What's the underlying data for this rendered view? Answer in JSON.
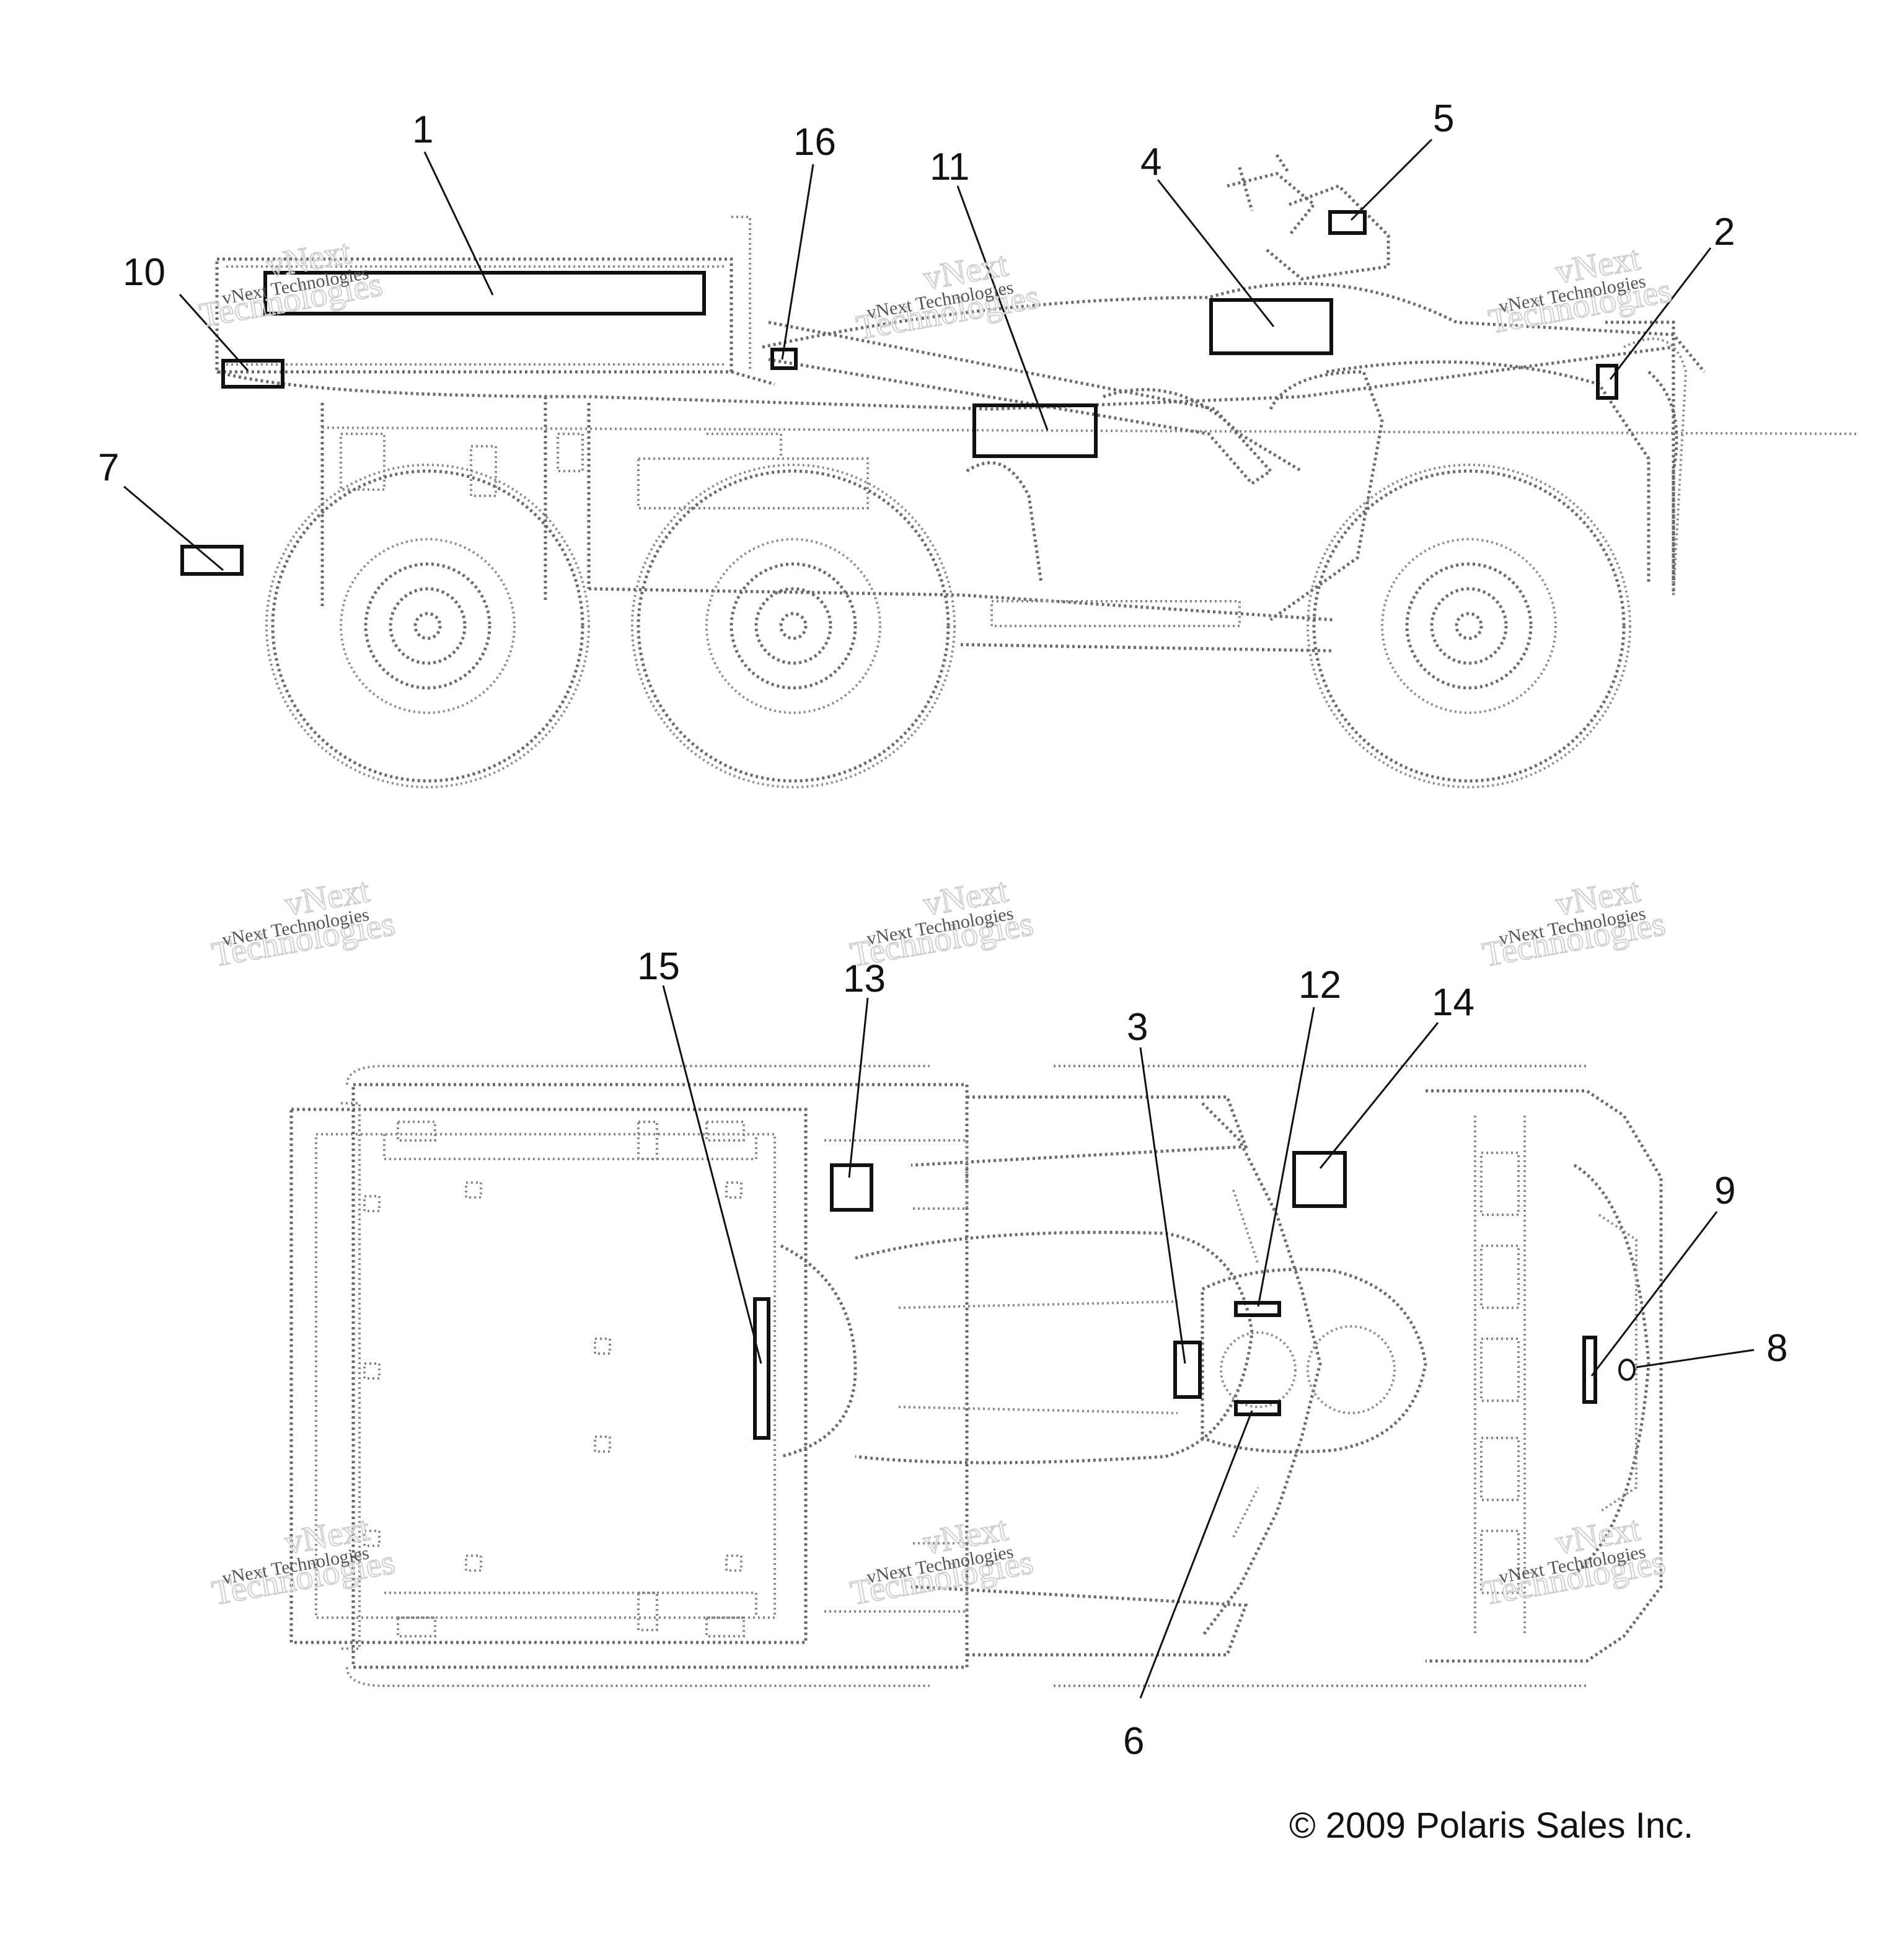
{
  "callouts": [
    "1",
    "2",
    "3",
    "4",
    "5",
    "6",
    "7",
    "8",
    "9",
    "10",
    "11",
    "12",
    "13",
    "14",
    "15",
    "16"
  ],
  "watermark": {
    "line1": "vNext Technologies",
    "line2a": "vNext",
    "line2b": "Technologies"
  },
  "copyright": "© 2009 Polaris Sales Inc."
}
